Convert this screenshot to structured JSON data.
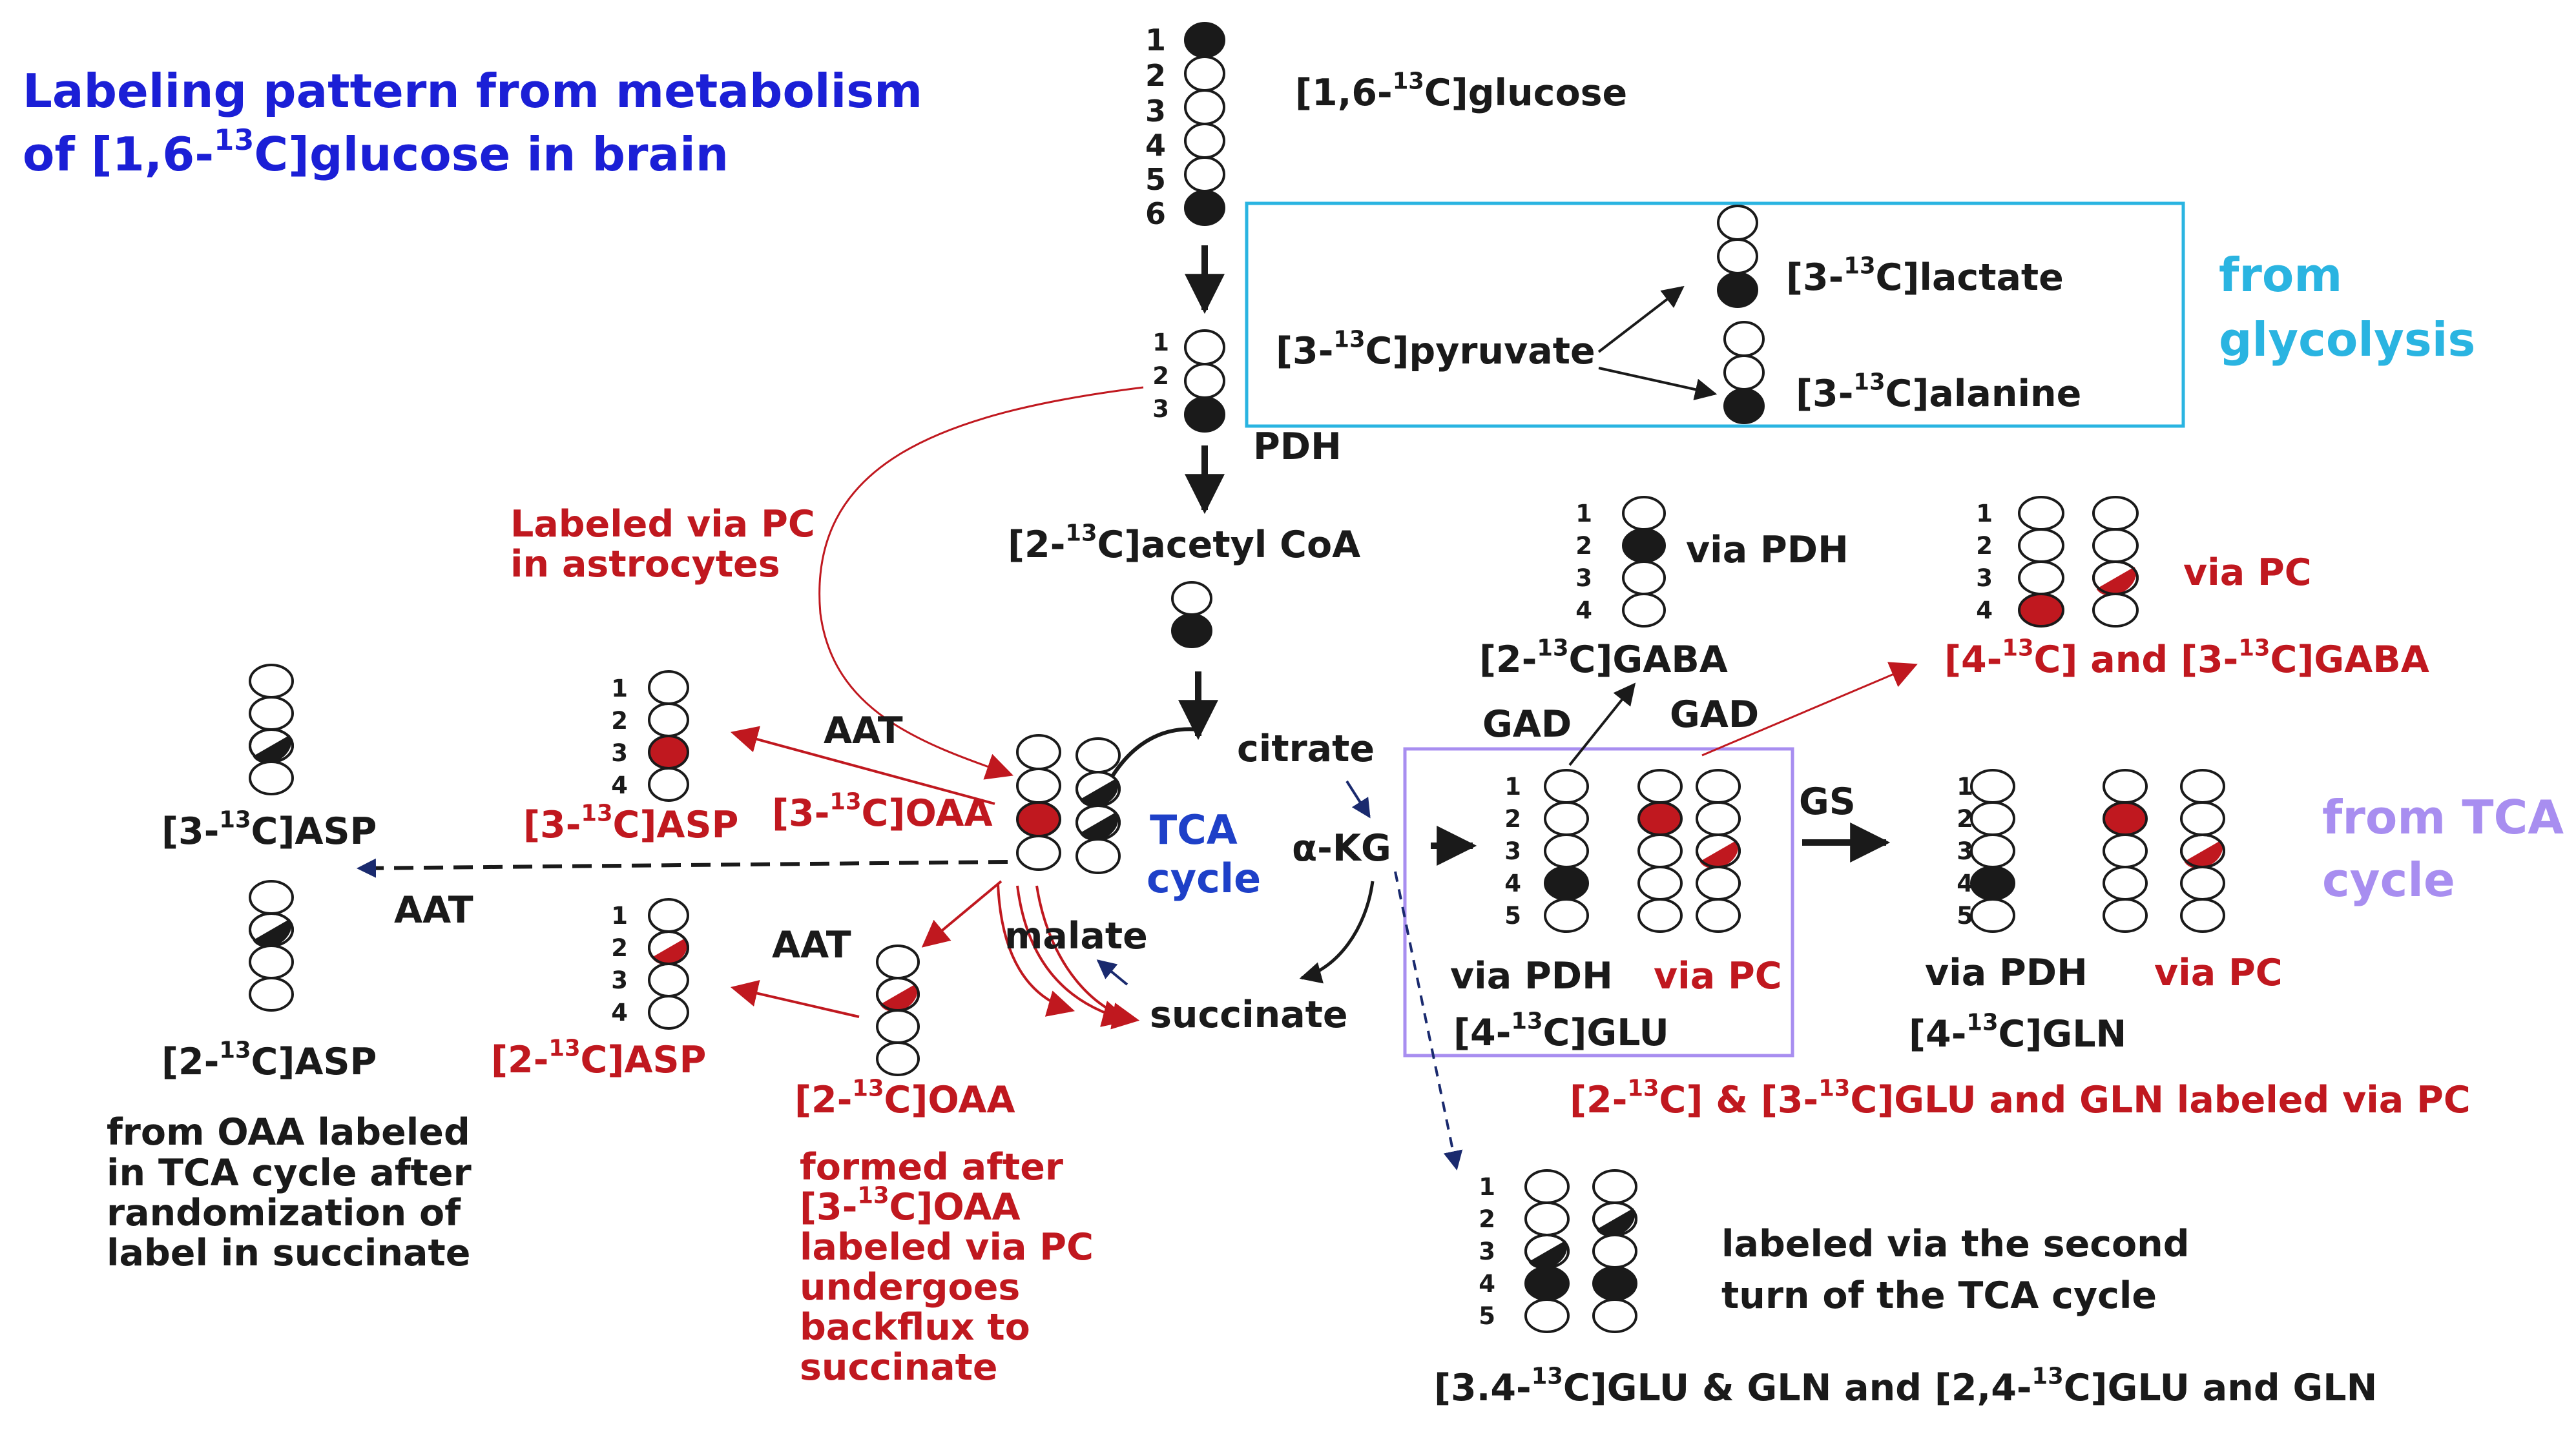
{
  "title": {
    "line1": "Labeling pattern from metabolism",
    "line2_pre": "of [1,6-",
    "line2_sup": "13",
    "line2_post": "C]glucose in brain"
  },
  "glucose": {
    "pre": "[1,6-",
    "sup": "13",
    "post": "C]glucose",
    "numbers": [
      "1",
      "2",
      "3",
      "4",
      "5",
      "6"
    ]
  },
  "pyruvate": {
    "pre": "[3-",
    "sup": "13",
    "post": "C]pyruvate",
    "numbers": [
      "1",
      "2",
      "3"
    ]
  },
  "lactate": {
    "pre": "[3-",
    "sup": "13",
    "post": "C]lactate"
  },
  "alanine": {
    "pre": "[3-",
    "sup": "13",
    "post": "C]alanine"
  },
  "glycolysis_note": {
    "line1": "from",
    "line2": "glycolysis"
  },
  "enzymes": {
    "pdh": "PDH",
    "aat": "AAT",
    "gad": "GAD",
    "gs": "GS"
  },
  "acetyl_coa": {
    "pre": "[2-",
    "sup": "13",
    "post": "C]acetyl CoA"
  },
  "pc_note": {
    "line1": "Labeled via PC",
    "line2": "in astrocytes"
  },
  "tca": {
    "line1": "TCA",
    "line2": "cycle"
  },
  "intermediates": {
    "citrate": "citrate",
    "akg": "α-KG",
    "malate": "malate",
    "succinate": "succinate"
  },
  "oaa3": {
    "pre": "[3-",
    "sup": "13",
    "post": "C]OAA"
  },
  "oaa2": {
    "pre": "[2-",
    "sup": "13",
    "post": "C]OAA"
  },
  "asp3_red": {
    "pre": "[3-",
    "sup": "13",
    "post": "C]ASP"
  },
  "asp2_red": {
    "pre": "[2-",
    "sup": "13",
    "post": "C]ASP"
  },
  "asp3_black": {
    "pre": "[3-",
    "sup": "13",
    "post": "C]ASP"
  },
  "asp2_black": {
    "pre": "[2-",
    "sup": "13",
    "post": "C]ASP"
  },
  "asp_note": [
    "from OAA labeled",
    "in TCA cycle after",
    "randomization  of",
    "label in succinate"
  ],
  "oaa2_note": {
    "l1": "formed after",
    "l2_pre": "[3-",
    "l2_sup": "13",
    "l2_post": "C]OAA",
    "l3": "labeled via PC",
    "l4": "undergoes",
    "l5": "backflux to",
    "l6": "succinate"
  },
  "gaba2": {
    "pre": "[2-",
    "sup": "13",
    "post": "C]GABA",
    "via": "via PDH",
    "numbers": [
      "1",
      "2",
      "3",
      "4"
    ]
  },
  "gaba_pc": {
    "via": "via PC",
    "p1": "[4-",
    "s1": "13",
    "m1": "C] and [3-",
    "s2": "13",
    "p2": "C]GABA",
    "numbers": [
      "1",
      "2",
      "3",
      "4"
    ]
  },
  "glu": {
    "pre": "[4-",
    "sup": "13",
    "post": "C]GLU",
    "via_pdh": "via PDH",
    "via_pc": "via PC",
    "numbers": [
      "1",
      "2",
      "3",
      "4",
      "5"
    ]
  },
  "gln": {
    "pre": "[4-",
    "sup": "13",
    "post": "C]GLN",
    "via_pdh": "via PDH",
    "via_pc": "via PC",
    "numbers": [
      "1",
      "2",
      "3",
      "4",
      "5"
    ]
  },
  "tca_note": {
    "line1": "from TCA",
    "line2": "cycle"
  },
  "pc_glu_note": {
    "p1": "[2-",
    "s1": "13",
    "m1": "C] & [3-",
    "s2": "13",
    "p2": "C]GLU and GLN labeled via PC"
  },
  "second_turn": {
    "line1": "labeled via the second",
    "line2": "turn of the TCA cycle",
    "numbers": [
      "1",
      "2",
      "3",
      "4",
      "5"
    ]
  },
  "bottom": {
    "p1": "[3.4-",
    "s1": "13",
    "m1": "C]GLU & GLN and [2,4-",
    "s2": "13",
    "p2": "C]GLU and GLN"
  },
  "colors": {
    "red": "#c0181f",
    "black": "#1a1a1a",
    "blue": "#1b1fd6",
    "cyan": "#2ab4e1",
    "purple": "#a88ef0",
    "navy": "#1a2a6e"
  }
}
